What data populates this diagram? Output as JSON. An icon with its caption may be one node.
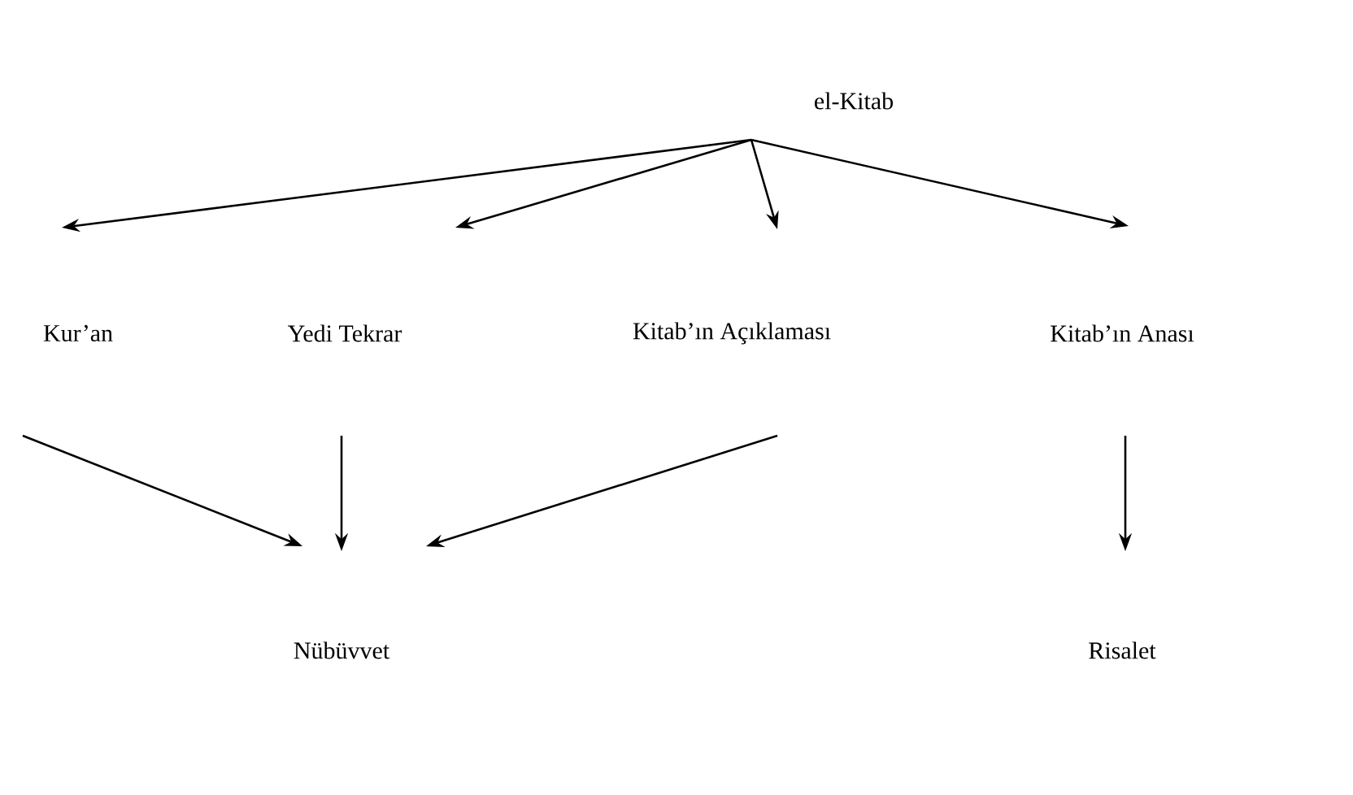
{
  "diagram": {
    "nodes": [
      {
        "text": [
          "el-Kitab"
        ]
      },
      {
        "text": [
          "Kur’an"
        ]
      },
      {
        "text": [
          "Yedi Tekrar"
        ]
      },
      {
        "text": [
          "Kitab’ın Açıklaması"
        ]
      },
      {
        "text": [
          "Kitab’ın Anası"
        ]
      },
      {
        "text": [
          "Nübüvvet"
        ]
      },
      {
        "text": [
          "Risalet"
        ]
      }
    ],
    "edges": [
      {
        "from": 0,
        "to": 1,
        "arrow": "to"
      },
      {
        "from": 0,
        "to": 2,
        "arrow": "to"
      },
      {
        "from": 0,
        "to": 3,
        "arrow": "to"
      },
      {
        "from": 0,
        "to": 4,
        "arrow": "to"
      },
      {
        "from": 1,
        "to": 5,
        "arrow": "to"
      },
      {
        "from": 2,
        "to": 5,
        "arrow": "to"
      },
      {
        "from": 3,
        "to": 5,
        "arrow": "to"
      },
      {
        "from": 4,
        "to": 6,
        "arrow": "to"
      }
    ]
  }
}
